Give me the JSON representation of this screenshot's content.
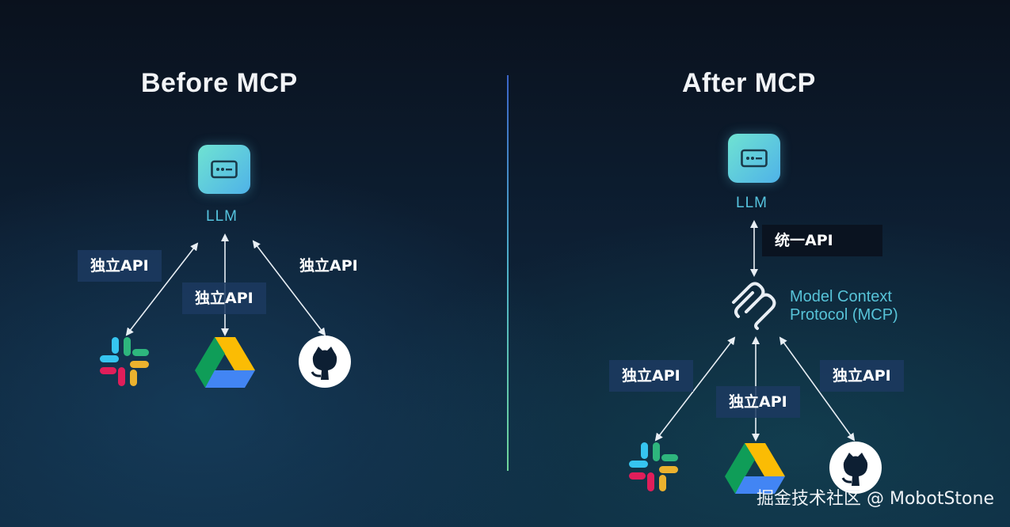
{
  "before": {
    "title": "Before MCP",
    "llm_label": "LLM",
    "api_labels": [
      "独立API",
      "独立API",
      "独立API"
    ]
  },
  "after": {
    "title": "After MCP",
    "llm_label": "LLM",
    "unified_api_label": "统一API",
    "mcp_line1": "Model Context",
    "mcp_line2": "Protocol (MCP)",
    "api_labels": [
      "独立API",
      "独立API",
      "独立API"
    ]
  },
  "icons": [
    "server-icon",
    "slack-icon",
    "google-drive-icon",
    "github-icon",
    "mcp-logo-icon"
  ],
  "colors": {
    "llm_gradient_start": "#6fe3d2",
    "llm_gradient_end": "#4fb2e8",
    "label_bg": "#1c3a60",
    "accent_text": "#56c4df"
  },
  "watermark": "掘金技术社区 @ MobotStone"
}
